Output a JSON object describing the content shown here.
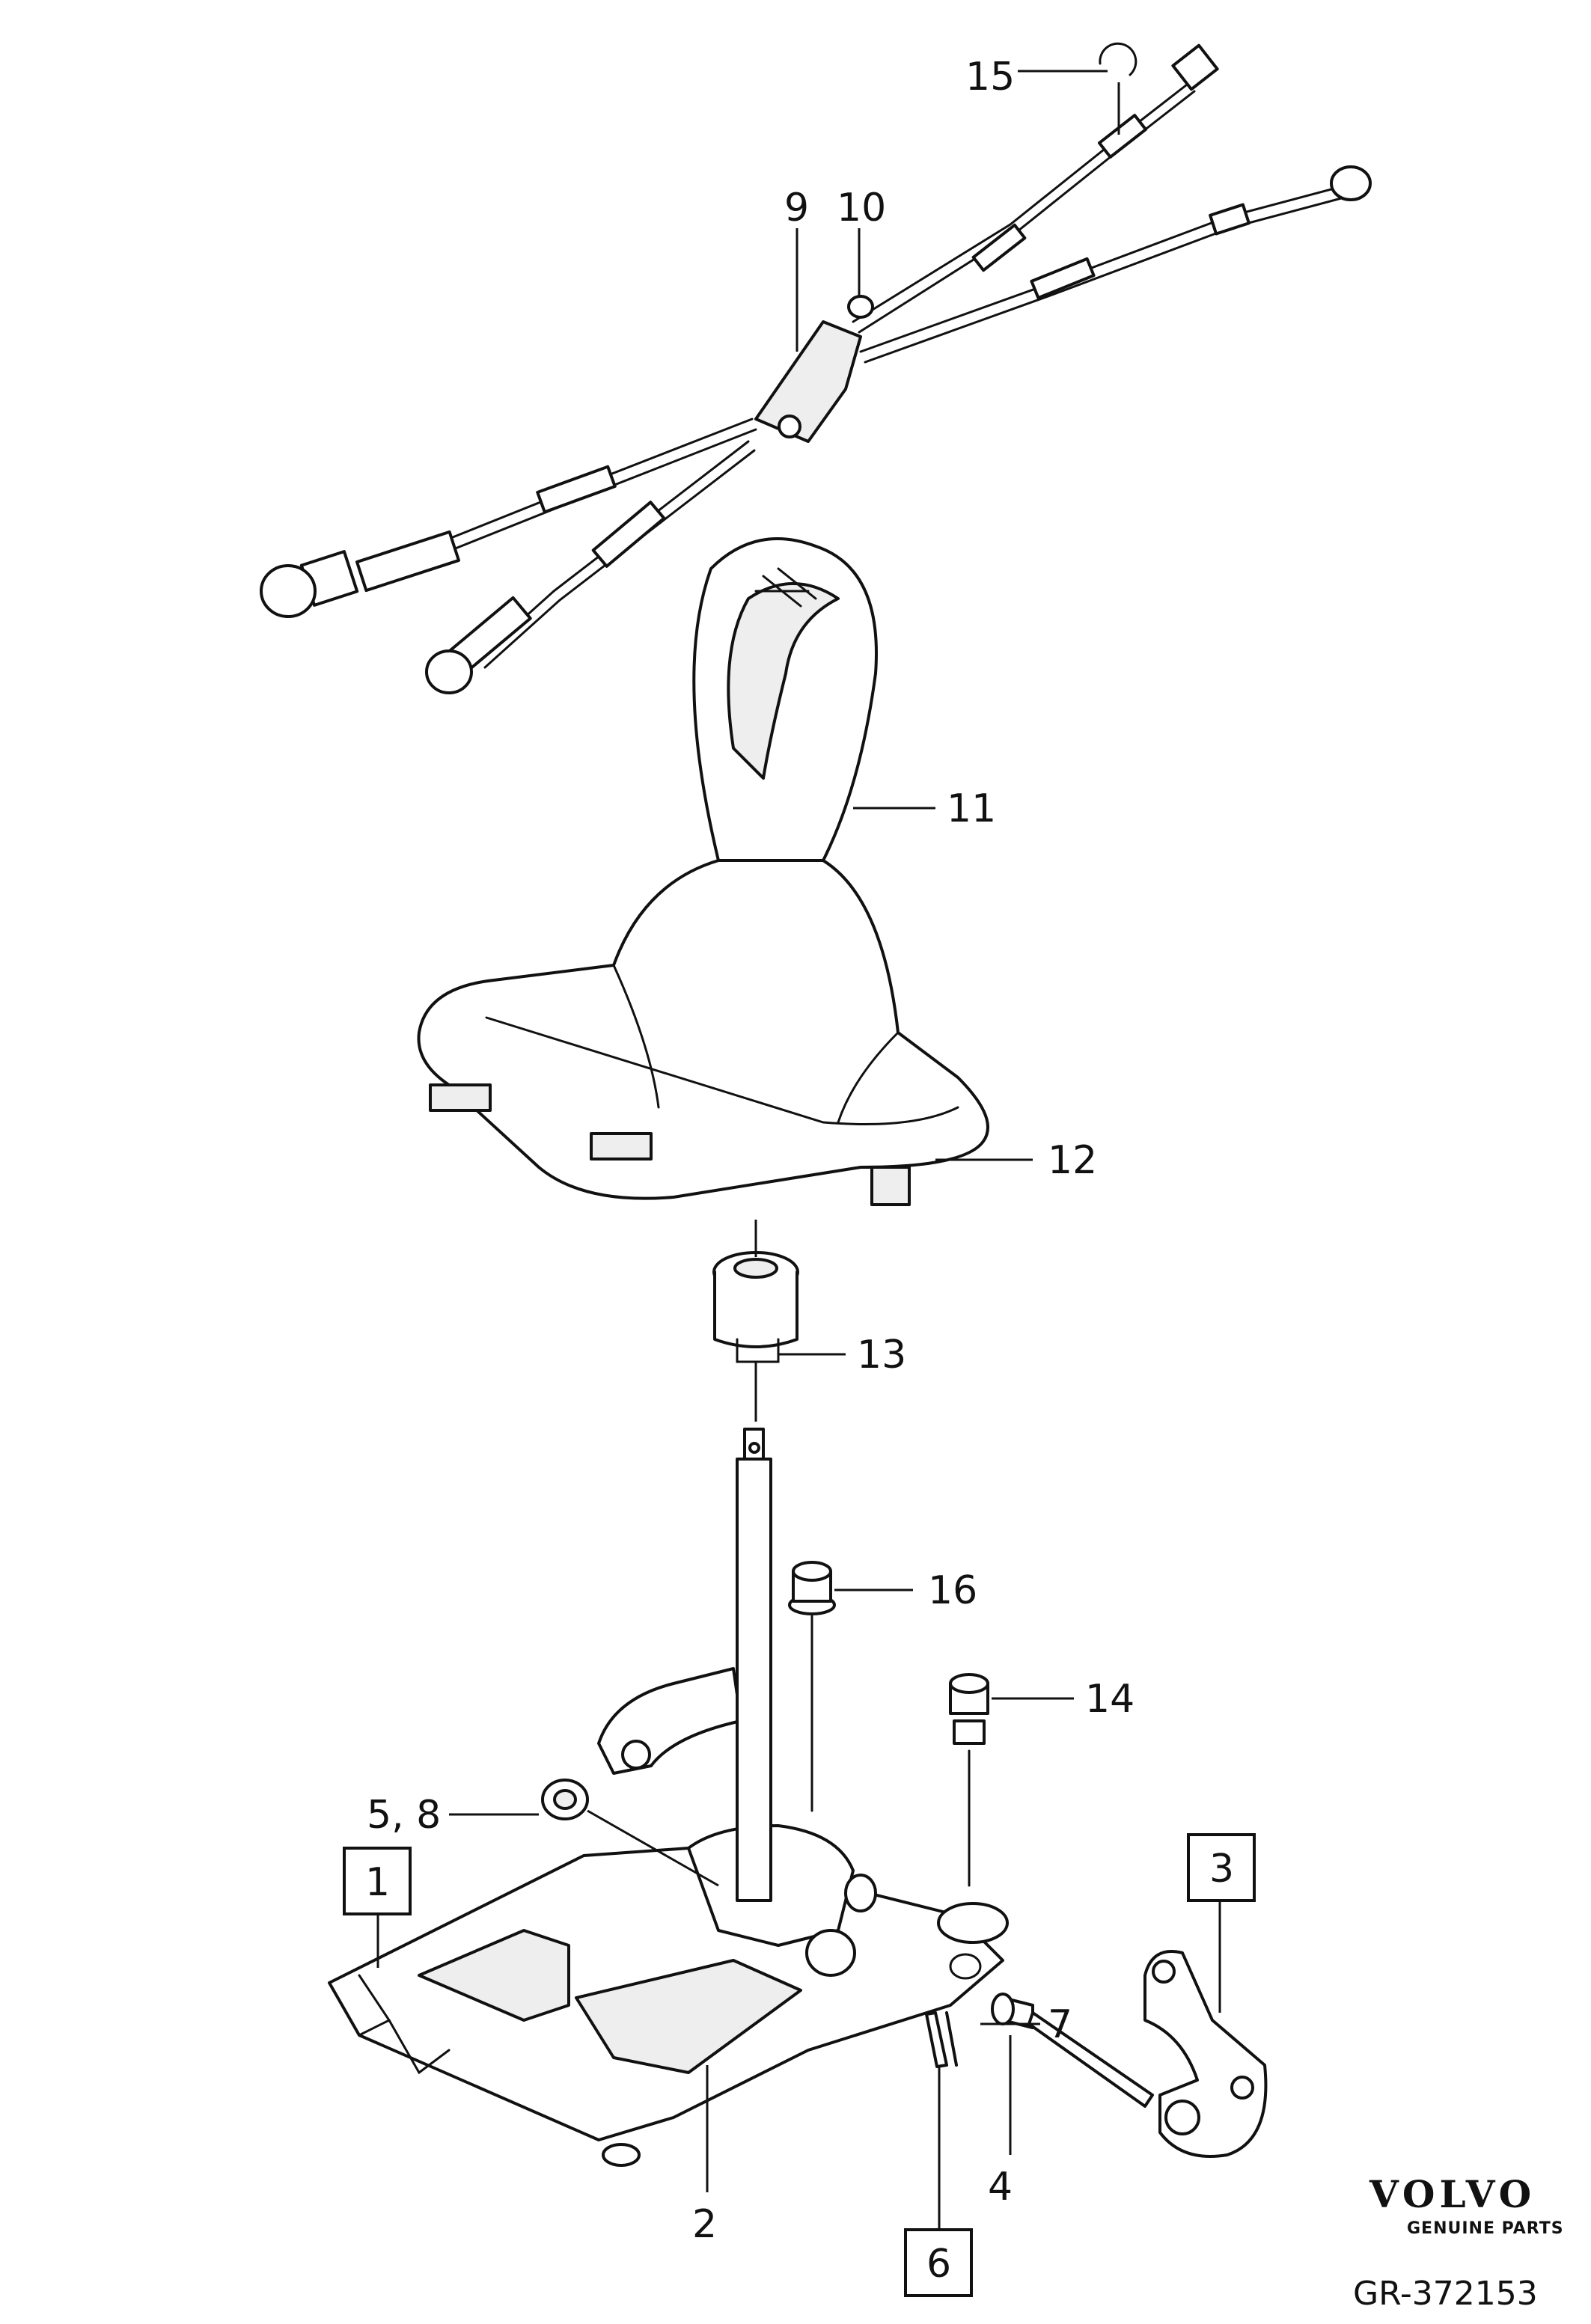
{
  "callouts": {
    "c1": "1",
    "c2": "2",
    "c3": "3",
    "c4": "4",
    "c58": "5, 8",
    "c6": "6",
    "c7": "7",
    "c9": "9",
    "c10": "10",
    "c11": "11",
    "c12": "12",
    "c13": "13",
    "c14": "14",
    "c15": "15",
    "c16": "16"
  },
  "brand": {
    "logo": "VOLVO",
    "subtitle": "GENUINE PARTS"
  },
  "reference": "GR-372153"
}
